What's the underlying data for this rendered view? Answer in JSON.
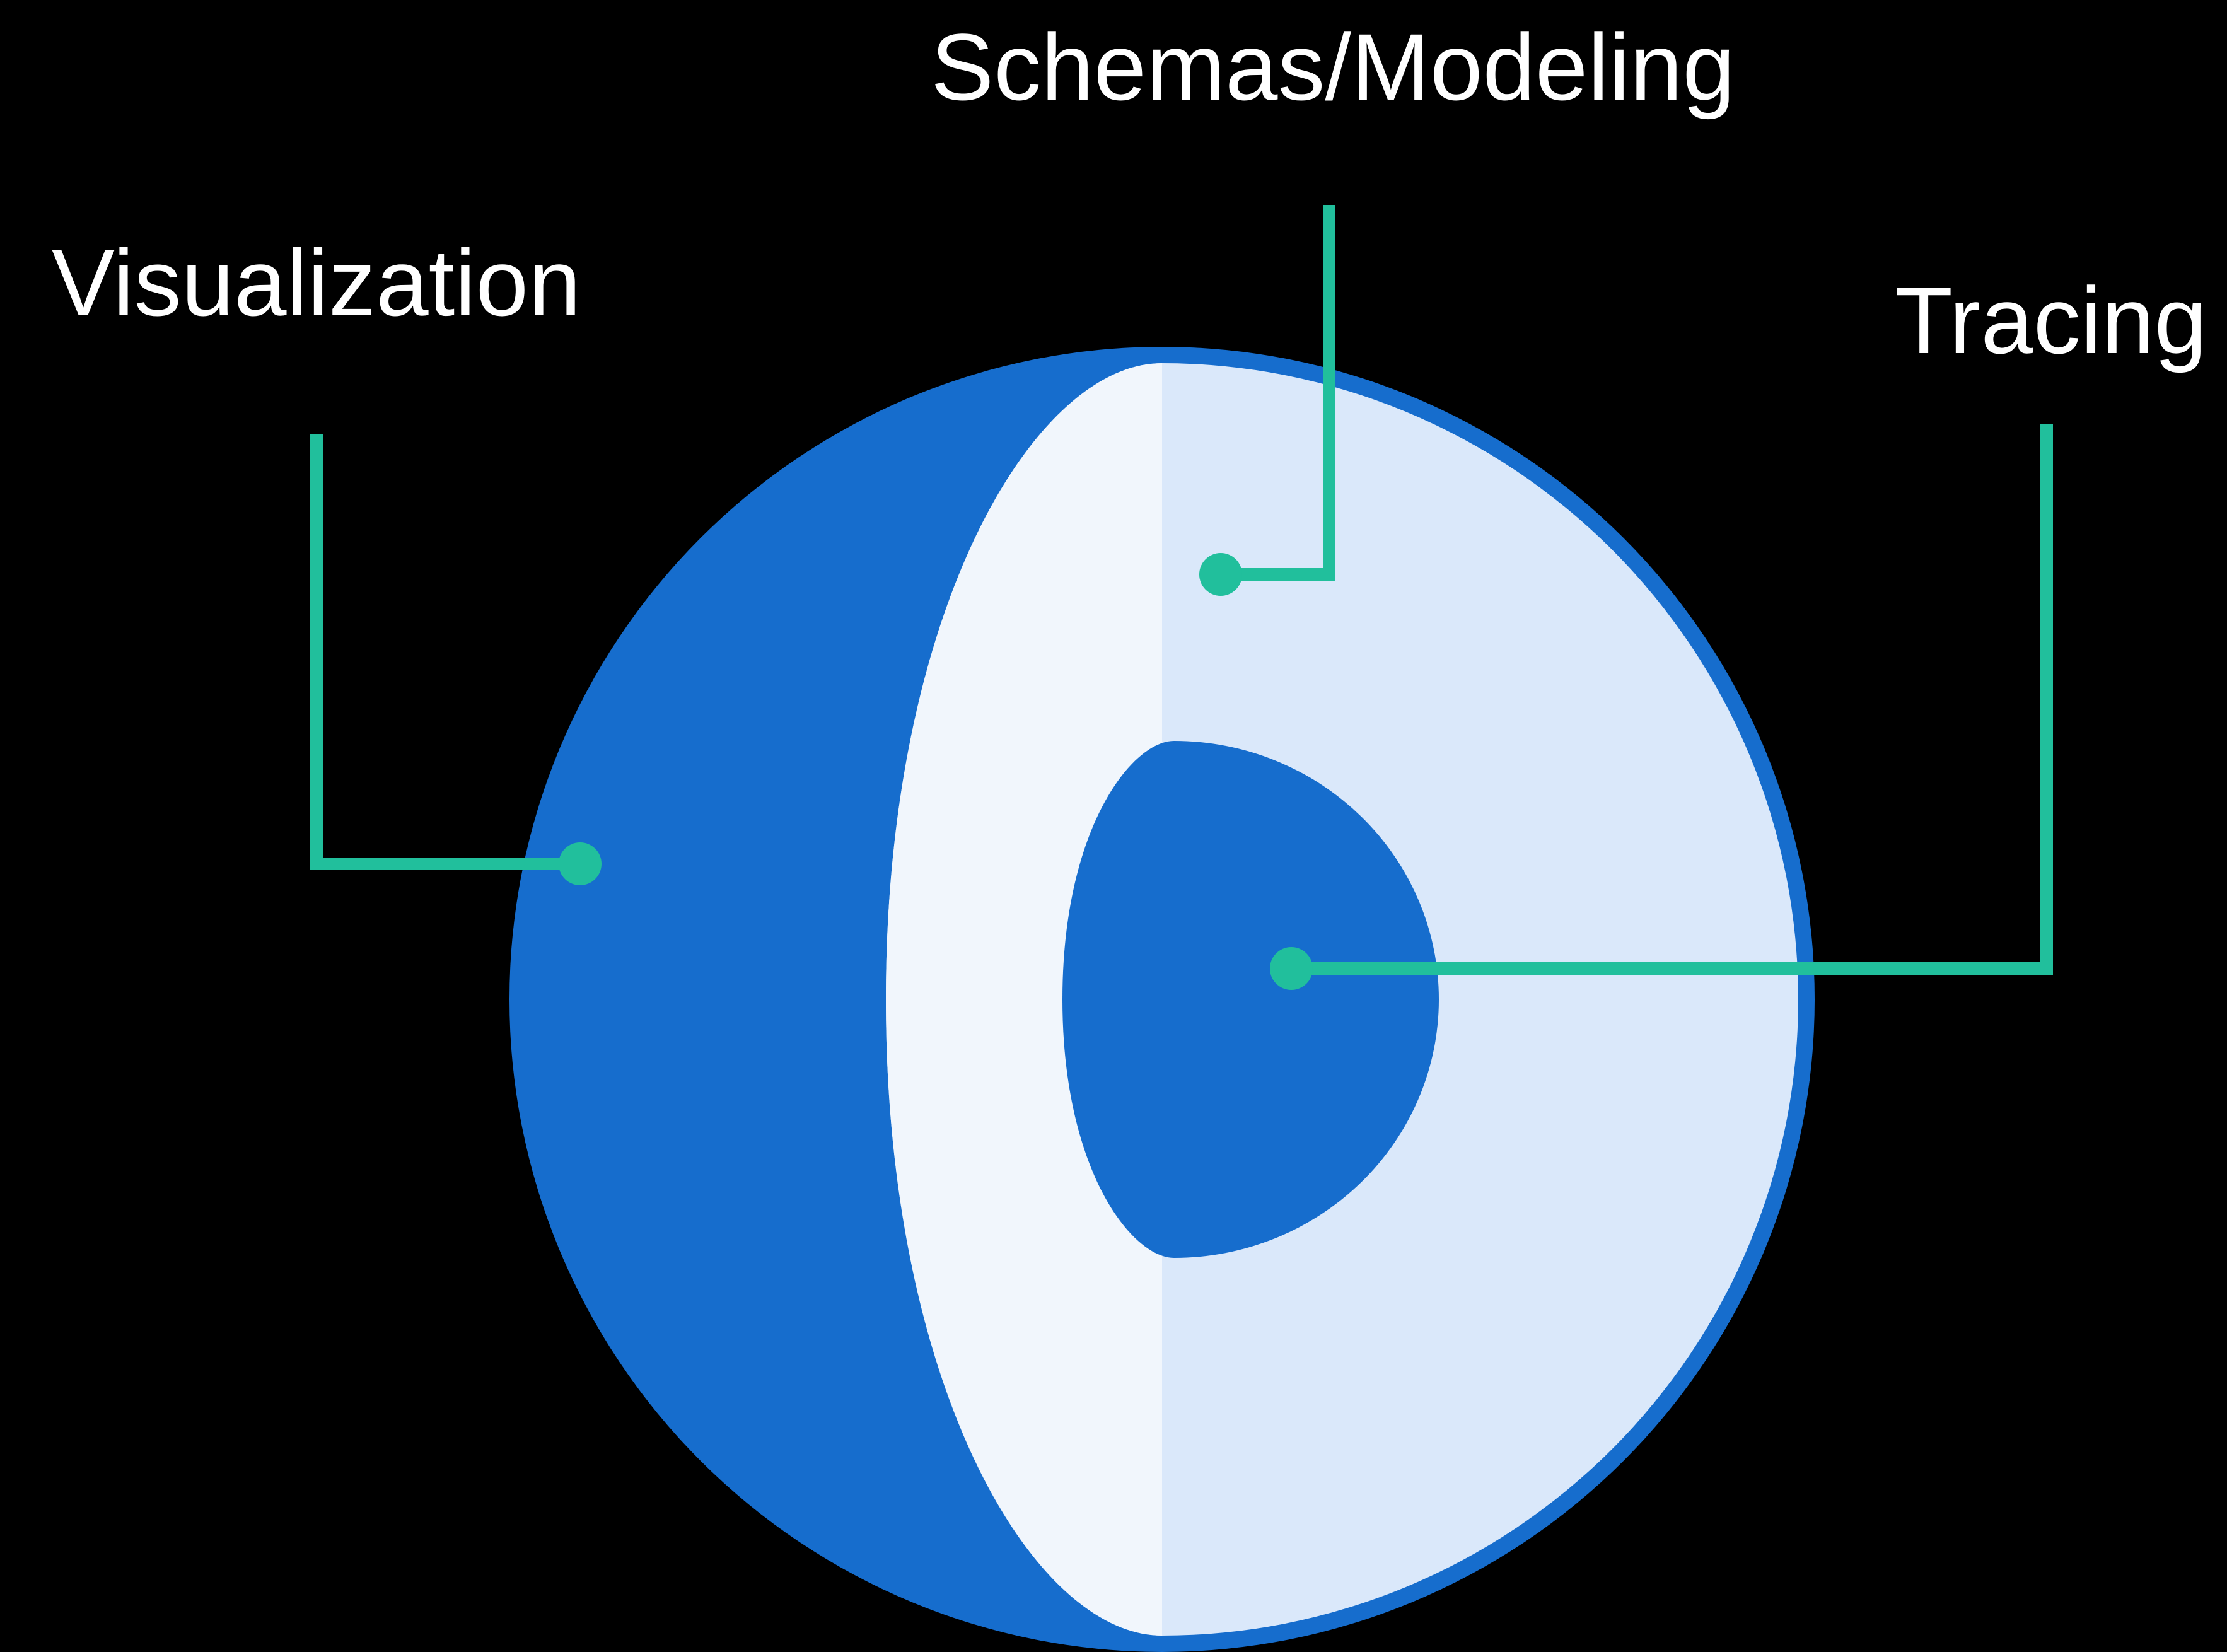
{
  "labels": {
    "schemas": "Schemas/Modeling",
    "visualization": "Visualization",
    "tracing": "Tracing"
  },
  "colors": {
    "background": "#000000",
    "outer_blue": "#166DCD",
    "cutaway_light": "#DAE8FA",
    "cutaway_face": "#F1F6FC",
    "core_blue": "#166DCD",
    "callout_teal": "#21BF9C",
    "label_text": "#FFFFFF"
  }
}
